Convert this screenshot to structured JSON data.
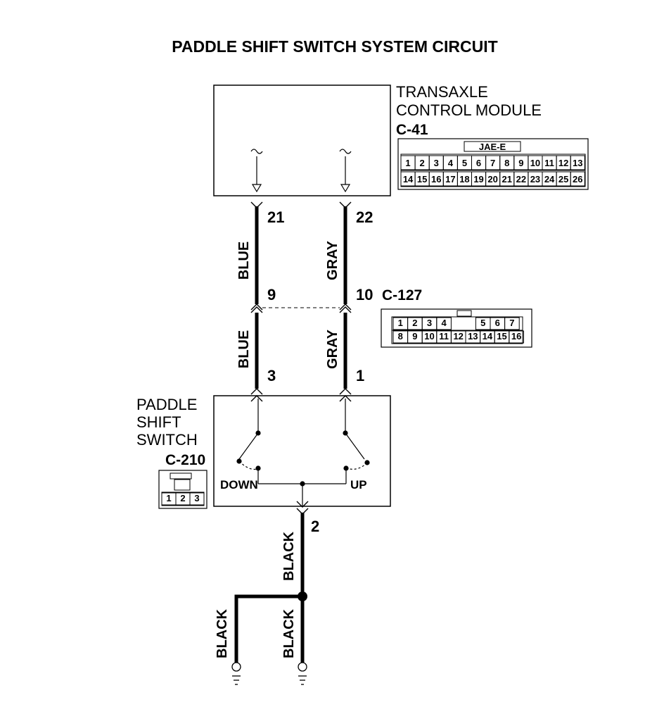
{
  "title": "PADDLE SHIFT SWITCH SYSTEM CIRCUIT",
  "tcm": {
    "name_line1": "TRANSAXLE",
    "name_line2": "CONTROL MODULE",
    "connector": "C-41",
    "connector_type": "JAE-E",
    "pins_row1": [
      "1",
      "2",
      "3",
      "4",
      "5",
      "6",
      "7",
      "8",
      "9",
      "10",
      "11",
      "12",
      "13"
    ],
    "pins_row2": [
      "14",
      "15",
      "16",
      "17",
      "18",
      "19",
      "20",
      "21",
      "22",
      "23",
      "24",
      "25",
      "26"
    ]
  },
  "wires": {
    "left_pin_top": "21",
    "right_pin_top": "22",
    "left_color_upper": "BLUE",
    "right_color_upper": "GRAY",
    "left_pin_mid": "9",
    "right_pin_mid": "10",
    "left_color_lower": "BLUE",
    "right_color_lower": "GRAY",
    "left_pin_switch": "3",
    "right_pin_switch": "1",
    "ground_pin": "2",
    "ground_color": "BLACK",
    "ground_left_color": "BLACK",
    "ground_right_color": "BLACK"
  },
  "intermediate_connector": {
    "name": "C-127",
    "pins_row1": [
      "1",
      "2",
      "3",
      "4",
      "5",
      "6",
      "7"
    ],
    "pins_row2": [
      "8",
      "9",
      "10",
      "11",
      "12",
      "13",
      "14",
      "15",
      "16"
    ]
  },
  "switch": {
    "name_line1": "PADDLE",
    "name_line2": "SHIFT",
    "name_line3": "SWITCH",
    "connector": "C-210",
    "pins": [
      "1",
      "2",
      "3"
    ],
    "down_label": "DOWN",
    "up_label": "UP"
  }
}
